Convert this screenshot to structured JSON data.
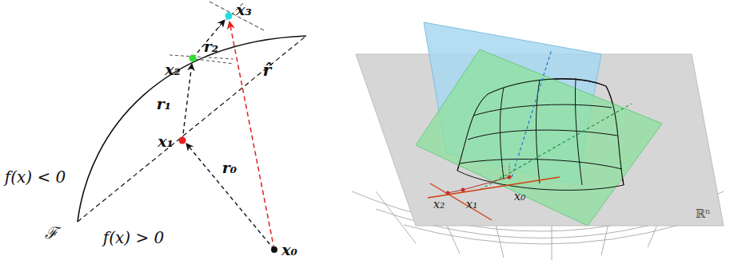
{
  "diagram": {
    "labels": [
      "x₃",
      "x₂",
      "r₂",
      "r₁",
      "x₁",
      "r₀",
      "r̂",
      "f(x) < 0",
      "f(x) > 0",
      "ℱ",
      "x₀",
      "x₀",
      "x₁",
      "x₂",
      "ℝⁿ"
    ]
  }
}
